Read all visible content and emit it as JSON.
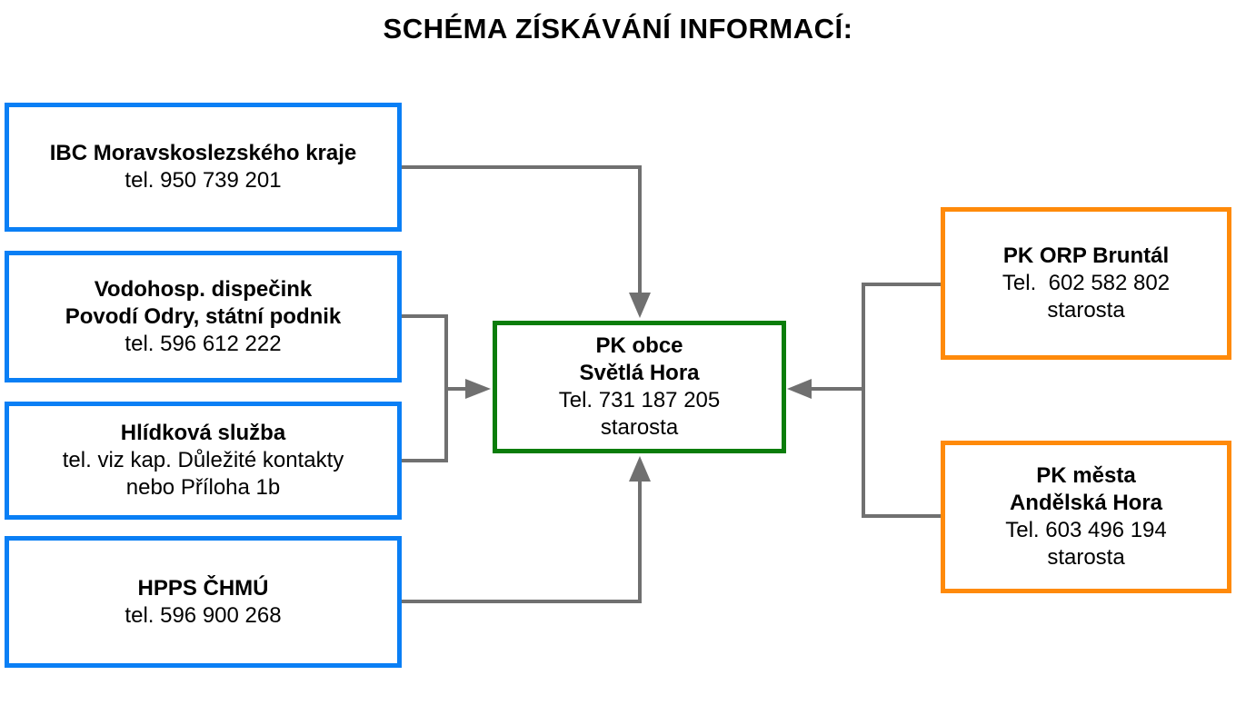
{
  "title": "SCHÉMA ZÍSKÁVÁNÍ INFORMACÍ:",
  "colors": {
    "source_border": "#0a7ff5",
    "center_border": "#0b7d0b",
    "external_border": "#ff8a0a",
    "connector": "#707070"
  },
  "nodes": {
    "ibc": {
      "name": "IBC Moravskoslezského kraje",
      "detail": "tel. 950 739 201"
    },
    "vodo": {
      "name_line1": "Vodohosp. dispečink",
      "name_line2": "Povodí Odry, státní podnik",
      "detail": "tel. 596 612 222"
    },
    "hlid": {
      "name": "Hlídková služba",
      "detail_line1": "tel. viz kap. Důležité kontakty",
      "detail_line2": "nebo Příloha 1b"
    },
    "hpps": {
      "name": "HPPS ČHMÚ",
      "detail": "tel. 596 900 268"
    },
    "center": {
      "name_line1": "PK obce",
      "name_line2": "Světlá Hora",
      "phone": "Tel. 731 187 205",
      "role": "starosta"
    },
    "orp": {
      "name": "PK ORP Bruntál",
      "phone": "Tel.  602 582 802",
      "role": "starosta"
    },
    "mesta": {
      "name_line1": "PK města",
      "name_line2": "Andělská Hora",
      "phone": "Tel. 603 496 194",
      "role": "starosta"
    }
  }
}
